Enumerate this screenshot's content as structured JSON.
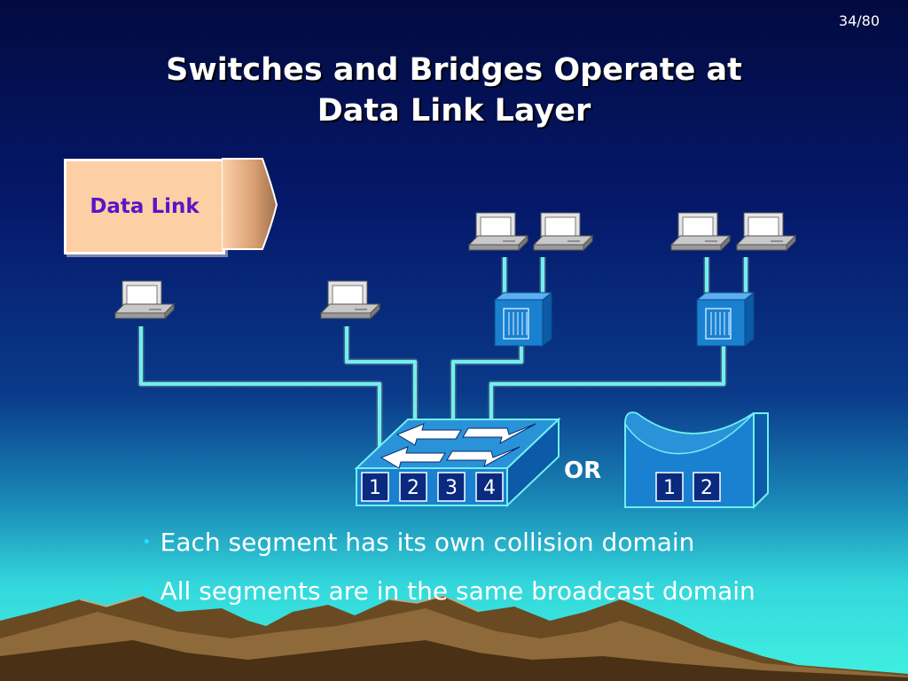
{
  "slide": {
    "page_number": "34/80",
    "title_line1": "Switches and Bridges Operate at",
    "title_line2": "Data Link Layer"
  },
  "osi_layer": {
    "label": "Data Link"
  },
  "switch": {
    "ports": [
      "1",
      "2",
      "3",
      "4"
    ]
  },
  "or_label": "OR",
  "bridge": {
    "ports": [
      "1",
      "2"
    ]
  },
  "bullets": [
    "Each segment has its own collision domain",
    "All segments are in the same broadcast domain"
  ],
  "colors": {
    "accent_cyan": "#6ff0f0",
    "device_blue": "#1a80d0",
    "layer_fill": "#fdcfa4",
    "layer_text": "#5a14c8"
  },
  "icons": [
    "computer-icon",
    "hub-icon",
    "switch-icon",
    "bridge-icon",
    "mountains-landscape"
  ]
}
